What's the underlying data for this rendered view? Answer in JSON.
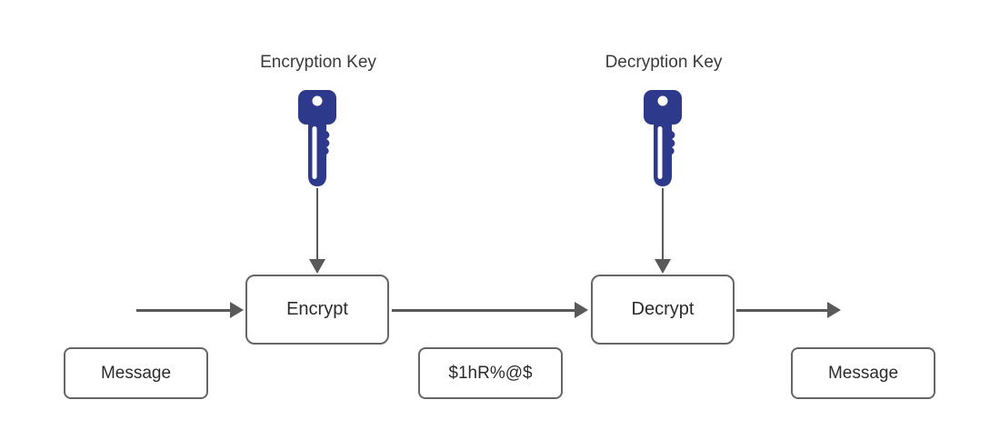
{
  "diagram": {
    "labels": {
      "encryption_key": "Encryption Key",
      "decryption_key": "Decryption Key"
    },
    "nodes": {
      "encrypt": {
        "label": "Encrypt"
      },
      "decrypt": {
        "label": "Decrypt"
      },
      "message_input": {
        "label": "Message"
      },
      "ciphertext": {
        "label": "$1hR%@$"
      },
      "message_output": {
        "label": "Message"
      }
    },
    "icons": {
      "encryption_key": "key-icon",
      "decryption_key": "key-icon"
    },
    "edges": [
      {
        "from": "message_input",
        "to": "encrypt"
      },
      {
        "from": "encryption_key",
        "to": "encrypt"
      },
      {
        "from": "encrypt",
        "to": "decrypt"
      },
      {
        "from": "decryption_key",
        "to": "decrypt"
      },
      {
        "from": "decrypt",
        "to": "message_output"
      }
    ],
    "colors": {
      "key_fill": "#2d3a8c",
      "box_border": "#666666",
      "arrow": "#595959",
      "text": "#333333",
      "background": "#ffffff"
    }
  }
}
